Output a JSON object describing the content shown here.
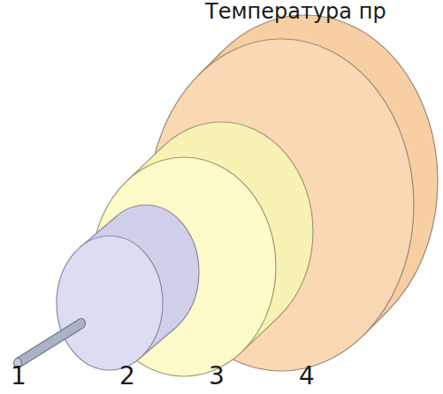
{
  "diagram": {
    "labels": [
      "Температура пр",
      "1",
      "2",
      "3",
      "4"
    ]
  }
}
